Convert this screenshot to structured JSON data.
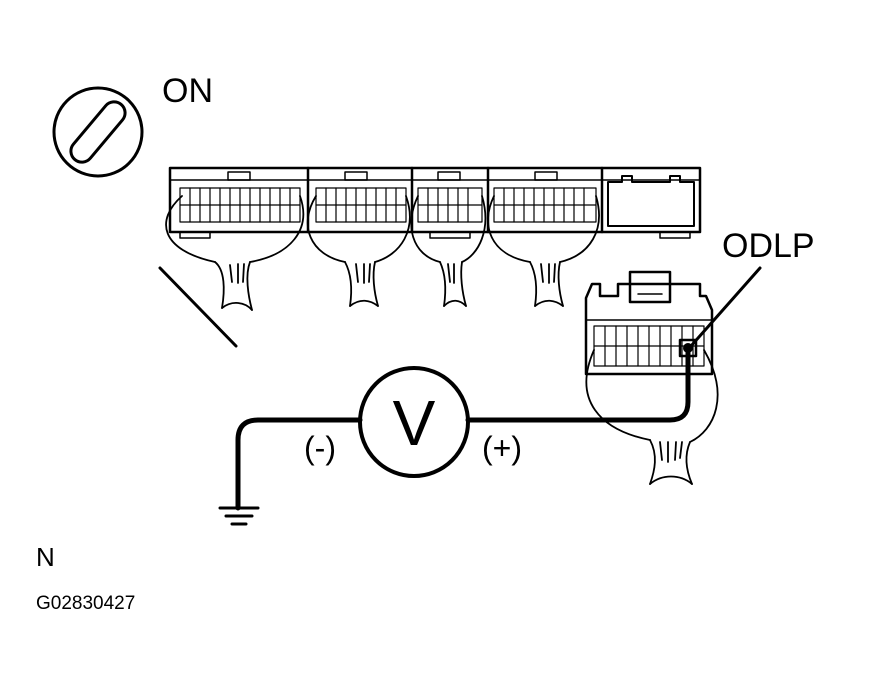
{
  "labels": {
    "ignition_state": "ON",
    "terminal": "ODLP",
    "voltmeter_symbol": "V",
    "negative_probe": "(-)",
    "positive_probe": "(+)",
    "view_marker": "N",
    "figure_code": "G02830427"
  },
  "colors": {
    "ink": "#000000",
    "background": "#ffffff"
  }
}
